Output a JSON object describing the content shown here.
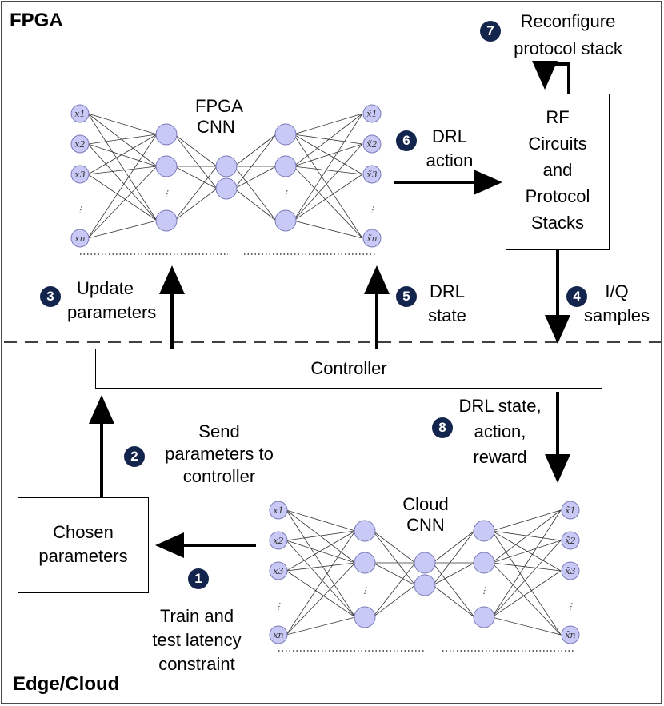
{
  "regions": {
    "top": "FPGA",
    "bottom": "Edge/Cloud"
  },
  "boxes": {
    "rf": [
      "RF",
      "Circuits",
      "and",
      "Protocol",
      "Stacks"
    ],
    "controller": "Controller",
    "chosen": [
      "Chosen",
      "parameters"
    ]
  },
  "networks": {
    "fpga": [
      "FPGA",
      "CNN"
    ],
    "cloud": [
      "Cloud",
      "CNN"
    ],
    "inputs": [
      "x1",
      "x2",
      "x3",
      "⋮",
      "xn"
    ],
    "outputs": [
      "x̃1",
      "x̃2",
      "x̃3",
      "⋮",
      "x̃n"
    ]
  },
  "steps": [
    {
      "num": "1",
      "lines": [
        "Train and",
        "test latency",
        "constraint"
      ]
    },
    {
      "num": "2",
      "lines": [
        "Send",
        "parameters to",
        "controller"
      ]
    },
    {
      "num": "3",
      "lines": [
        "Update",
        "parameters"
      ]
    },
    {
      "num": "4",
      "lines": [
        "I/Q",
        "samples"
      ]
    },
    {
      "num": "5",
      "lines": [
        "DRL",
        "state"
      ]
    },
    {
      "num": "6",
      "lines": [
        "DRL",
        "action"
      ]
    },
    {
      "num": "7",
      "lines": [
        "Reconfigure",
        "protocol stack"
      ]
    },
    {
      "num": "8",
      "lines": [
        "DRL state,",
        "action,",
        "reward"
      ]
    }
  ],
  "colors": {
    "badge": "#13244d",
    "node": "#c9c9f7"
  }
}
